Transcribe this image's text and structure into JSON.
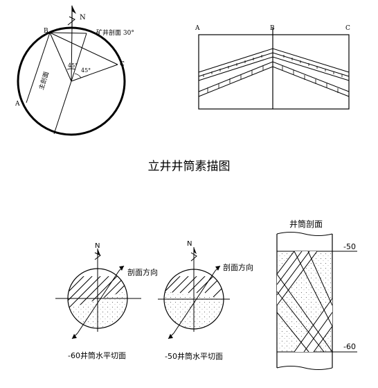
{
  "title": "立井井筒素描图",
  "top_left": {
    "north": "N",
    "point_b": "B",
    "point_c": "C",
    "point_a": "A",
    "main_section": "主剖面",
    "mine_section": "矿井剖面 30°",
    "angle_1": "45°",
    "angle_2": "45°"
  },
  "top_right": {
    "a": "A",
    "b": "B",
    "c": "C"
  },
  "bottom": {
    "section_title": "井筒剖面",
    "depth_top": "-50",
    "depth_bottom": "-60",
    "circle_left": {
      "north": "N",
      "direction": "剖面方向",
      "caption": "-60井筒水平切面"
    },
    "circle_right": {
      "north": "N",
      "direction": "剖面方向",
      "caption": "-50井筒水平切面"
    }
  }
}
